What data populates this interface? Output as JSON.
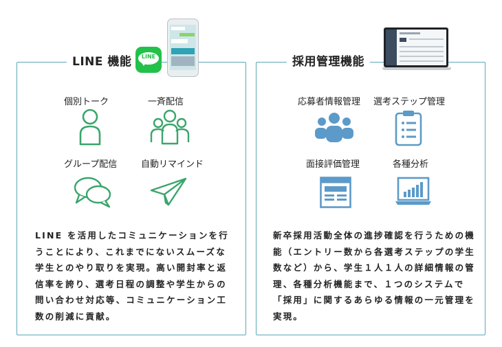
{
  "line_section": {
    "title": "LINE 機能",
    "logo_text": "LINE",
    "features": [
      {
        "label": "個別トーク",
        "icon": "person-icon"
      },
      {
        "label": "一斉配信",
        "icon": "group-icon"
      },
      {
        "label": "グループ配信",
        "icon": "chat-bubbles-icon"
      },
      {
        "label": "自動リマインド",
        "icon": "paper-plane-icon"
      }
    ],
    "description": "LINE を活用したコミュニケーションを行うことにより、これまでにないスムーズな学生とのやり取りを実現。高い開封率と返信率を誇り、選考日程の調整や学生からの問い合わせ対応等、コミュニケーション工数の削減に貢献。"
  },
  "recruit_section": {
    "title": "採用管理機能",
    "features": [
      {
        "label": "応募者情報管理",
        "icon": "group-icon"
      },
      {
        "label": "選考ステップ管理",
        "icon": "clipboard-icon"
      },
      {
        "label": "面接評価管理",
        "icon": "document-icon"
      },
      {
        "label": "各種分析",
        "icon": "laptop-chart-icon"
      }
    ],
    "description": "新卒採用活動全体の進捗確認を行うための機能（エントリー数から各選考ステップの学生数など）から、学生１人１人の詳細情報の管理、各種分析機能まで、１つのシステムで「採用」に関するあらゆる情報の一元管理を実現。"
  },
  "colors": {
    "green": "#3aa56c",
    "blue": "#5c9ac9",
    "border": "#5aa8ba",
    "line_logo": "#22c14a"
  }
}
